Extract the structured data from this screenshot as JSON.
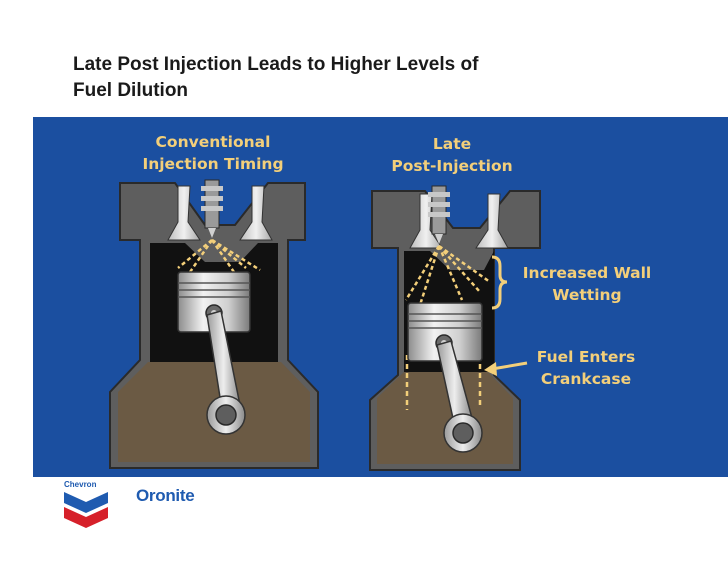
{
  "title": {
    "line1": "Late Post Injection Leads to Higher Levels of",
    "line2": "Fuel Dilution"
  },
  "labels": {
    "conventional": {
      "line1": "Conventional",
      "line2": "Injection Timing"
    },
    "late": {
      "line1": "Late",
      "line2": "Post-Injection"
    },
    "wall_wetting": {
      "line1": "Increased Wall",
      "line2": "Wetting"
    },
    "crankcase": {
      "line1": "Fuel Enters",
      "line2": "Crankcase"
    }
  },
  "logo": {
    "brand": "Chevron",
    "product": "Oronite"
  },
  "colors": {
    "background_panel": "#1b4fa0",
    "label_text": "#f3cf7a",
    "engine_block": "#5e5e5e",
    "oil": "#6b5a44",
    "spray": "#f3cf7a",
    "chevron_red": "#d6202a",
    "chevron_blue": "#1f5bb0"
  },
  "icons": [
    "fuel-injector-icon",
    "piston-icon",
    "connecting-rod-icon",
    "brace-icon",
    "arrow-left-icon",
    "chevron-logo-icon"
  ]
}
